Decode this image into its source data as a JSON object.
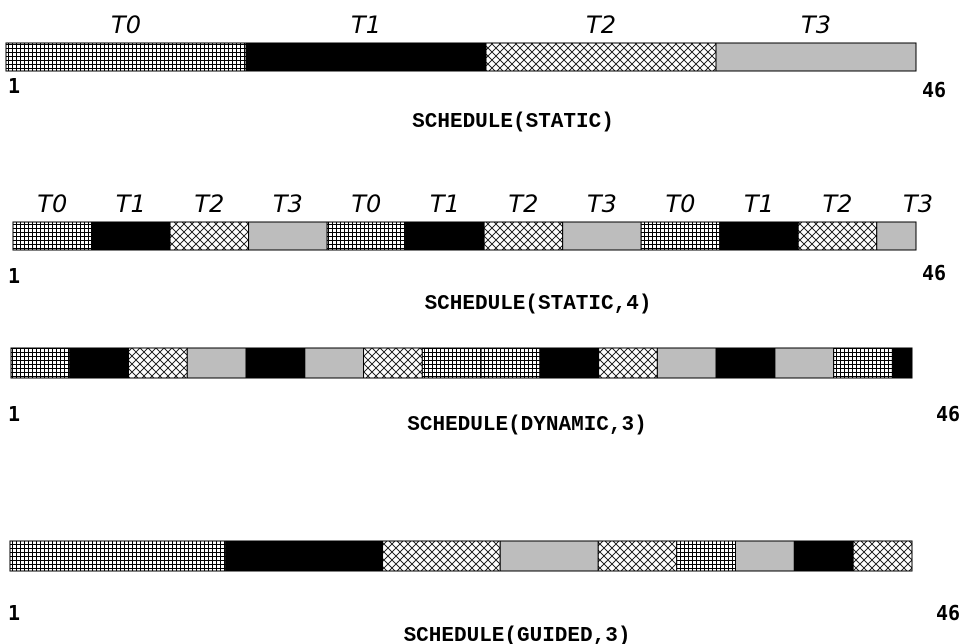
{
  "colors": {
    "T0": "pattern-grid",
    "T1": "#000000",
    "T2": "pattern-crosshatch",
    "T3": "#bdbdbd",
    "outline": "#000000",
    "background": "#ffffff"
  },
  "diagram": {
    "iterations": {
      "start": 1,
      "end": 46,
      "start_label": "1",
      "end_label": "46"
    },
    "threads": [
      "T0",
      "T1",
      "T2",
      "T3"
    ],
    "schedules": [
      {
        "caption": "SCHEDULE(STATIC)",
        "thread_labels": [
          "T0",
          "T1",
          "T2",
          "T3"
        ],
        "chunks": [
          {
            "thread": "T0",
            "size": 12
          },
          {
            "thread": "T1",
            "size": 12
          },
          {
            "thread": "T2",
            "size": 11.5
          },
          {
            "thread": "T3",
            "size": 10
          }
        ]
      },
      {
        "caption": "SCHEDULE(STATIC,4)",
        "thread_labels": [
          "T0",
          "T1",
          "T2",
          "T3",
          "T0",
          "T1",
          "T2",
          "T3",
          "T0",
          "T1",
          "T2",
          "T3"
        ],
        "chunks": [
          {
            "thread": "T0",
            "size": 4
          },
          {
            "thread": "T1",
            "size": 4
          },
          {
            "thread": "T2",
            "size": 4
          },
          {
            "thread": "T3",
            "size": 4
          },
          {
            "thread": "T0",
            "size": 4
          },
          {
            "thread": "T1",
            "size": 4
          },
          {
            "thread": "T2",
            "size": 4
          },
          {
            "thread": "T3",
            "size": 4
          },
          {
            "thread": "T0",
            "size": 4
          },
          {
            "thread": "T1",
            "size": 4
          },
          {
            "thread": "T2",
            "size": 4
          },
          {
            "thread": "T3",
            "size": 2
          }
        ]
      },
      {
        "caption": "SCHEDULE(DYNAMIC,3)",
        "thread_labels": [],
        "chunks": [
          {
            "thread": "T0",
            "size": 3
          },
          {
            "thread": "T1",
            "size": 3
          },
          {
            "thread": "T2",
            "size": 3
          },
          {
            "thread": "T3",
            "size": 3
          },
          {
            "thread": "T1",
            "size": 3
          },
          {
            "thread": "T3",
            "size": 3
          },
          {
            "thread": "T2",
            "size": 3
          },
          {
            "thread": "T0",
            "size": 3
          },
          {
            "thread": "T0",
            "size": 3
          },
          {
            "thread": "T1",
            "size": 3
          },
          {
            "thread": "T2",
            "size": 3
          },
          {
            "thread": "T3",
            "size": 3
          },
          {
            "thread": "T1",
            "size": 3
          },
          {
            "thread": "T3",
            "size": 3
          },
          {
            "thread": "T0",
            "size": 3
          },
          {
            "thread": "T1",
            "size": 1
          }
        ]
      },
      {
        "caption": "SCHEDULE(GUIDED,3)",
        "thread_labels": [],
        "chunks": [
          {
            "thread": "T0",
            "size": 11
          },
          {
            "thread": "T1",
            "size": 8
          },
          {
            "thread": "T2",
            "size": 6
          },
          {
            "thread": "T3",
            "size": 5
          },
          {
            "thread": "T2",
            "size": 4
          },
          {
            "thread": "T0",
            "size": 3
          },
          {
            "thread": "T3",
            "size": 3
          },
          {
            "thread": "T1",
            "size": 3
          },
          {
            "thread": "T2",
            "size": 3
          }
        ]
      }
    ]
  }
}
